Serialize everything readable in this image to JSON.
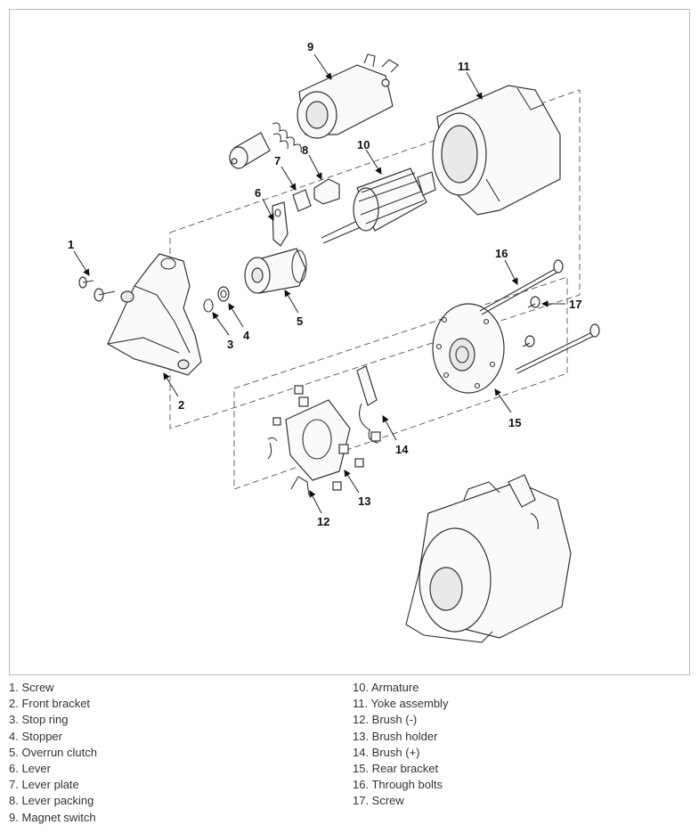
{
  "callouts": {
    "c1": "1",
    "c2": "2",
    "c3": "3",
    "c4": "4",
    "c5": "5",
    "c6": "6",
    "c7": "7",
    "c8": "8",
    "c9": "9",
    "c10": "10",
    "c11": "11",
    "c12": "12",
    "c13": "13",
    "c14": "14",
    "c15": "15",
    "c16": "16",
    "c17": "17"
  },
  "legend": {
    "left": [
      "1. Screw",
      "2. Front bracket",
      "3. Stop ring",
      "4. Stopper",
      "5. Overrun clutch",
      "6. Lever",
      "7. Lever plate",
      "8. Lever packing",
      "9. Magnet switch"
    ],
    "right": [
      "10. Armature",
      "11. Yoke assembly",
      "12. Brush (-)",
      "13. Brush holder",
      "14. Brush (+)",
      "15. Rear bracket",
      "16. Through bolts",
      "17. Screw"
    ]
  }
}
